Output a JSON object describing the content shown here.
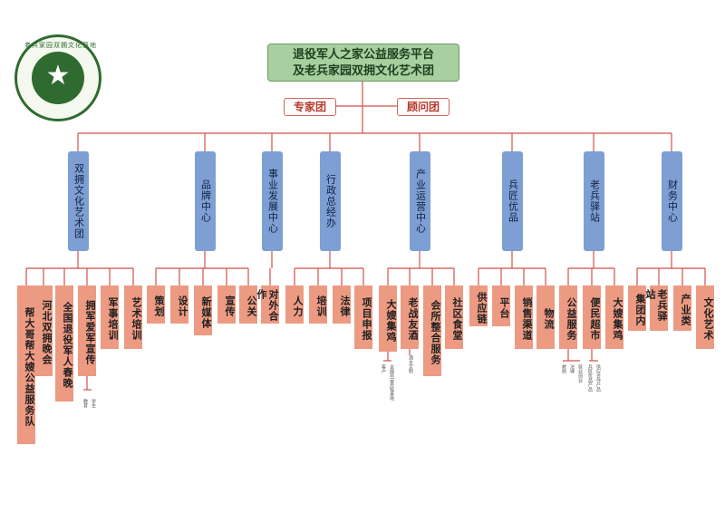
{
  "logo": {
    "text": "老兵家园双拥文化基地",
    "icon": "star-icon"
  },
  "title": {
    "line1": "退役军人之家公益服务平台",
    "line2": "及老兵家园双拥文化艺术团"
  },
  "advisors": [
    {
      "label": "专家团"
    },
    {
      "label": "顾问团"
    }
  ],
  "colors": {
    "title_bg": "#a8cfa0",
    "dept_bg": "#7d9fd3",
    "leaf_bg": "#ed9a82",
    "line": "#d0524a"
  },
  "departments": [
    {
      "label": "双拥文化艺术团",
      "children": [
        "帮大哥帮大嫂公益服务队",
        "河北双拥晚会",
        "全国退役军人春晚",
        "拥军爱军宣传",
        "军事培训",
        "艺术培训"
      ]
    },
    {
      "label": "品牌中心",
      "children": [
        "策划",
        "设计",
        "新媒体",
        "宣传",
        "公关"
      ]
    },
    {
      "label": "事业发展中心",
      "children": [
        "对外合作"
      ]
    },
    {
      "label": "行政总经办",
      "children": [
        "人力",
        "培训",
        "法律",
        "项目申报"
      ]
    },
    {
      "label": "产业运营中心",
      "children": [
        "大嫂集鸡",
        "老战友酒",
        "会所整合服务",
        "社区食堂"
      ]
    },
    {
      "label": "兵匠优品",
      "children": [
        "供应链",
        "平台",
        "销售渠道",
        "物流"
      ]
    },
    {
      "label": "老兵驿站",
      "children": [
        "公益服务",
        "便民超市",
        "大嫂集鸡"
      ]
    },
    {
      "label": "财务中心",
      "children": [
        "集团内",
        "老兵驿站",
        "产业类",
        "文化艺术"
      ]
    }
  ],
  "sub_notes": {
    "sub_0": "教育",
    "sub_1": "学生",
    "sub_2": "客户",
    "sub_3": "全国鸡苗养殖基地",
    "sub_4": "酒水定制",
    "sub_5": "救助",
    "sub_6": "法律",
    "sub_7": "就业创业",
    "sub_8": "兵匠优品产品",
    "sub_9": "供应合作产品"
  }
}
